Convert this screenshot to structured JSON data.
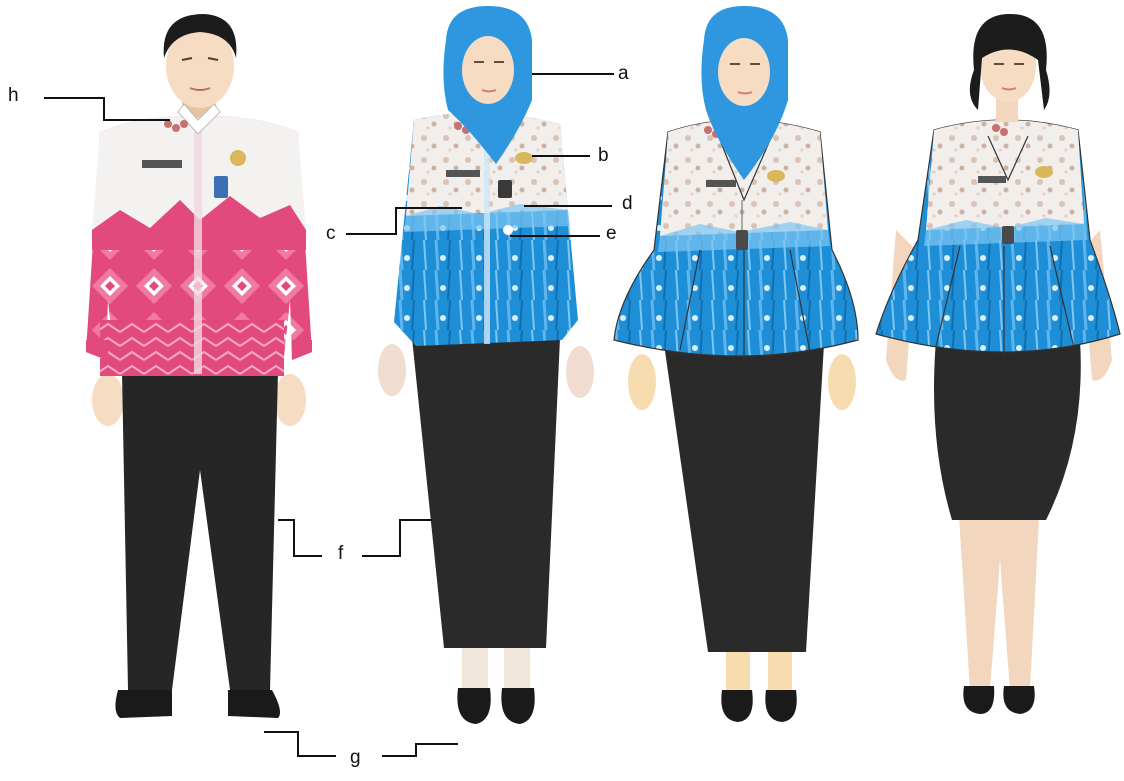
{
  "labels": {
    "a": "a",
    "b": "b",
    "c": "c",
    "d": "d",
    "e": "e",
    "f": "f",
    "g": "g",
    "h": "h"
  },
  "colors": {
    "skin": "#f6dcc2",
    "skin_shadow": "#e8c3a0",
    "hijab": "#2f97e0",
    "hair": "#1c1c1c",
    "pants": "#262626",
    "skirt": "#2a2a2a",
    "batik_pink": "#e24a7e",
    "batik_blue": "#1e8fd6",
    "shirt_top": "#f2eeec",
    "badge": "#3b6fb6",
    "leader": "#111111"
  }
}
